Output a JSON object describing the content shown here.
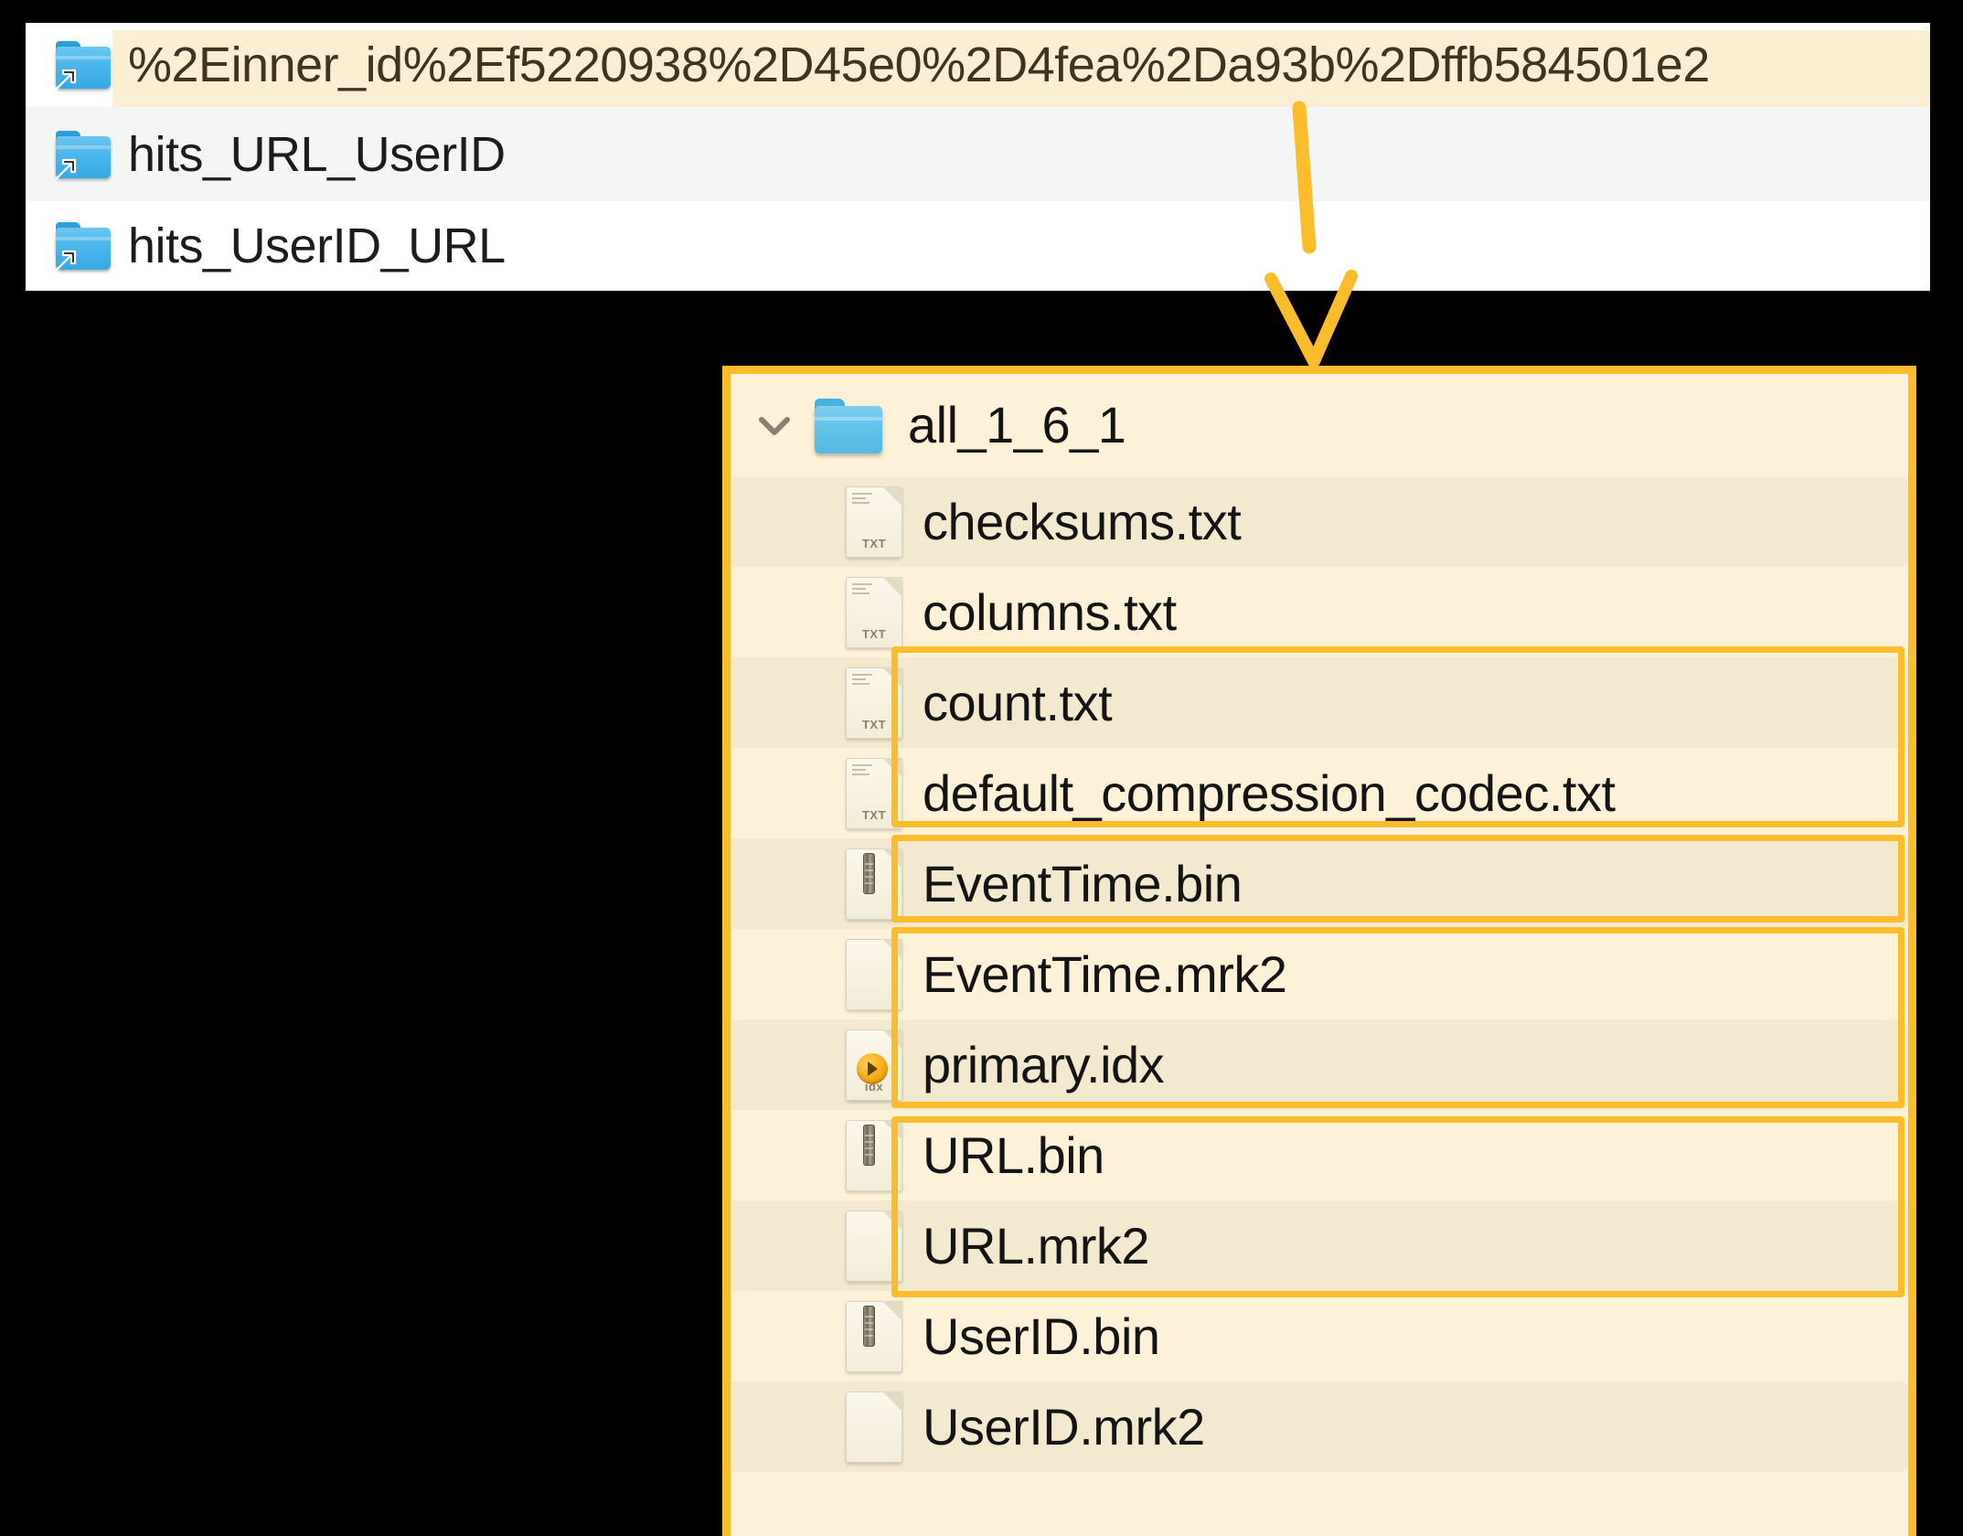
{
  "colors": {
    "highlight_orange": "#fbbd2c",
    "panel_background": "#fdf1d7",
    "row_stripe": "#f2e9ce",
    "selected_row": "#fbeed2",
    "folder_blue": "#49b6ec",
    "idx_badge": "#f59f0b",
    "page_background": "#000000"
  },
  "top_panel": {
    "rows": [
      {
        "icon": "folder-alias-icon",
        "label": "%2Einner_id%2Ef5220938%2D45e0%2D4fea%2Da93b%2Dffb584501e2",
        "state": "highlighted"
      },
      {
        "icon": "folder-alias-icon",
        "label": "hits_URL_UserID",
        "state": "alternate"
      },
      {
        "icon": "folder-alias-icon",
        "label": "hits_UserID_URL",
        "state": "normal"
      }
    ]
  },
  "connector": {
    "type": "down-arrow",
    "color": "#fbbd2c",
    "from_row_index": 0,
    "to_panel": "part-panel"
  },
  "part_panel": {
    "directory": {
      "icon": "folder-icon",
      "chevron": "chevron-down-icon",
      "label": "all_1_6_1",
      "expanded": true
    },
    "files": [
      {
        "name": "checksums.txt",
        "icon": "txt-file-icon",
        "icon_tag": "TXT",
        "striped": true,
        "callout": false
      },
      {
        "name": "columns.txt",
        "icon": "txt-file-icon",
        "icon_tag": "TXT",
        "striped": false,
        "callout": false
      },
      {
        "name": "count.txt",
        "icon": "txt-file-icon",
        "icon_tag": "TXT",
        "striped": true,
        "callout": false
      },
      {
        "name": "default_compression_codec.txt",
        "icon": "txt-file-icon",
        "icon_tag": "TXT",
        "striped": false,
        "callout": false
      },
      {
        "name": "EventTime.bin",
        "icon": "bin-file-icon",
        "icon_tag": "",
        "striped": true,
        "callout": true
      },
      {
        "name": "EventTime.mrk2",
        "icon": "blank-file-icon",
        "icon_tag": "",
        "striped": false,
        "callout": true
      },
      {
        "name": "primary.idx",
        "icon": "idx-file-icon",
        "icon_tag": "idx",
        "striped": true,
        "callout": true
      },
      {
        "name": "URL.bin",
        "icon": "bin-file-icon",
        "icon_tag": "",
        "striped": false,
        "callout": true
      },
      {
        "name": "URL.mrk2",
        "icon": "blank-file-icon",
        "icon_tag": "",
        "striped": true,
        "callout": true
      },
      {
        "name": "UserID.bin",
        "icon": "bin-file-icon",
        "icon_tag": "",
        "striped": false,
        "callout": true
      },
      {
        "name": "UserID.mrk2",
        "icon": "blank-file-icon",
        "icon_tag": "",
        "striped": true,
        "callout": true
      }
    ],
    "callout_groups": [
      {
        "label": "EventTime-column-files",
        "first_file_index": 4,
        "last_file_index": 5
      },
      {
        "label": "primary-index-file",
        "first_file_index": 6,
        "last_file_index": 6
      },
      {
        "label": "URL-column-files",
        "first_file_index": 7,
        "last_file_index": 8
      },
      {
        "label": "UserID-column-files",
        "first_file_index": 9,
        "last_file_index": 10
      }
    ]
  }
}
